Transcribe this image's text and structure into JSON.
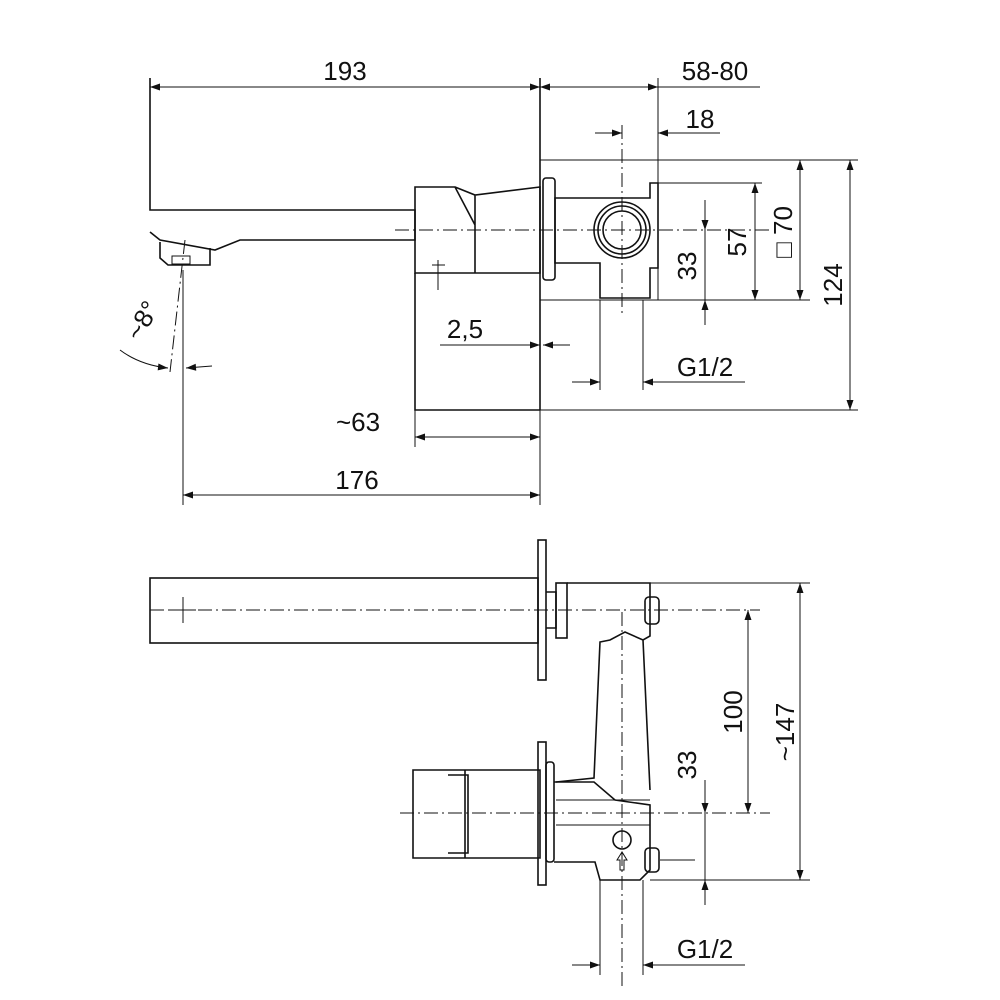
{
  "title": "Wall-mounted basin mixer dimension drawing",
  "top_view": {
    "dims": {
      "spout_length": "193",
      "wall_depth": "58-80",
      "offset": "18",
      "box": "□ 70",
      "height_57": "57",
      "height_33": "33",
      "total_height": "124",
      "plate": "2,5",
      "thread": "G1/2",
      "angle": "~8°",
      "handle_depth": "~63",
      "reach": "176"
    }
  },
  "side_view": {
    "dims": {
      "spacing": "100",
      "total": "~147",
      "height_33": "33",
      "thread": "G1/2"
    }
  },
  "colors": {
    "line": "#111111",
    "background": "#ffffff"
  }
}
